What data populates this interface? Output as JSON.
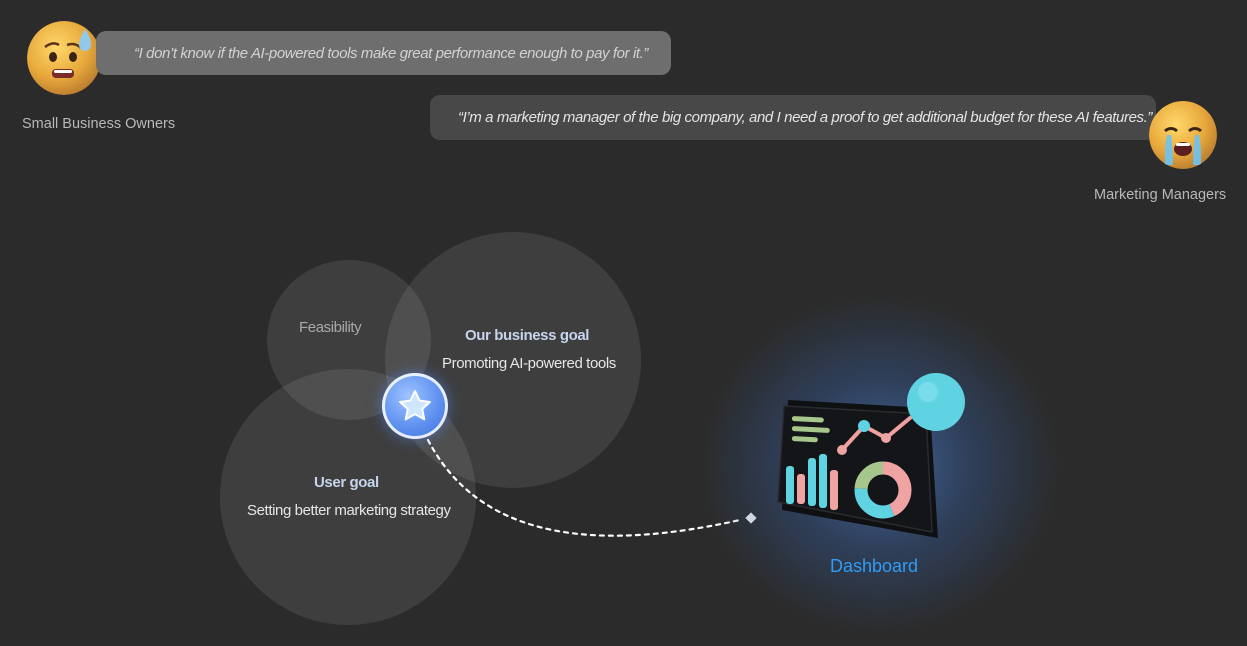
{
  "personas": [
    {
      "label": "Small Business Owners",
      "quote": "“I don’t know if the AI-powered tools make great performance enough to pay for it.”",
      "icon": "anxious-sweat-face-icon"
    },
    {
      "label": "Marketing Managers",
      "quote": "“I’m a marketing manager of the big company, and I need a proof to get additional budget for these AI features.”",
      "icon": "crying-face-icon"
    }
  ],
  "venn": {
    "feasibility": {
      "label": "Feasibility"
    },
    "business_goal": {
      "title": "Our business goal",
      "subtitle": "Promoting AI-powered tools"
    },
    "user_goal": {
      "title": "User goal",
      "subtitle": "Setting better marketing strategy"
    },
    "intersection_icon": "star-icon"
  },
  "dashboard": {
    "label": "Dashboard",
    "icon": "dashboard-chart-icon",
    "accent_color": "#2f9cf5"
  }
}
